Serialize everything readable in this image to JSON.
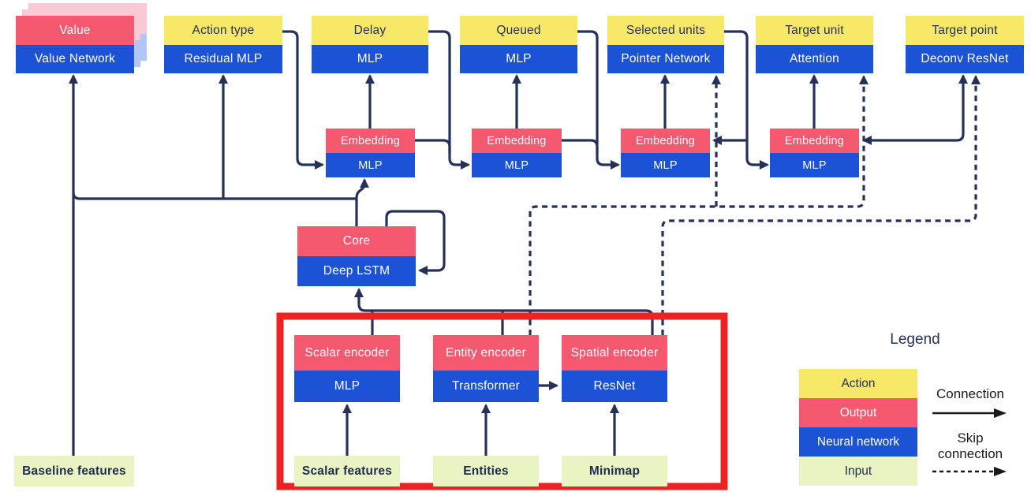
{
  "diagram": {
    "heads": [
      {
        "label": "Value",
        "network": "Value Network",
        "type": "output"
      },
      {
        "label": "Action type",
        "network": "Residual MLP",
        "type": "action"
      },
      {
        "label": "Delay",
        "network": "MLP",
        "type": "action"
      },
      {
        "label": "Queued",
        "network": "MLP",
        "type": "action"
      },
      {
        "label": "Selected units",
        "network": "Pointer Network",
        "type": "action"
      },
      {
        "label": "Target unit",
        "network": "Attention",
        "type": "action"
      },
      {
        "label": "Target point",
        "network": "Deconv ResNet",
        "type": "action"
      }
    ],
    "embeddings": [
      {
        "label": "Embedding",
        "network": "MLP"
      },
      {
        "label": "Embedding",
        "network": "MLP"
      },
      {
        "label": "Embedding",
        "network": "MLP"
      },
      {
        "label": "Embedding",
        "network": "MLP"
      }
    ],
    "core": {
      "label": "Core",
      "network": "Deep LSTM"
    },
    "encoders": [
      {
        "label": "Scalar encoder",
        "network": "MLP"
      },
      {
        "label": "Entity encoder",
        "network": "Transformer"
      },
      {
        "label": "Spatial encoder",
        "network": "ResNet"
      }
    ],
    "inputs": [
      {
        "label": "Baseline features"
      },
      {
        "label": "Scalar features"
      },
      {
        "label": "Entities"
      },
      {
        "label": "Minimap"
      }
    ]
  },
  "legend": {
    "title": "Legend",
    "items": [
      {
        "label": "Action",
        "color": "#f8e868"
      },
      {
        "label": "Output",
        "color": "#f4596f"
      },
      {
        "label": "Neural network",
        "color": "#1b52d6"
      },
      {
        "label": "Input",
        "color": "#e9f4c2"
      }
    ],
    "connection_label": "Connection",
    "skip_label_line1": "Skip",
    "skip_label_line2": "connection"
  },
  "colors": {
    "action": "#f8e868",
    "output": "#f4596f",
    "neural_network": "#1b52d6",
    "input": "#e9f4c2",
    "line": "#26315a",
    "highlight_box": "#ee2222"
  }
}
